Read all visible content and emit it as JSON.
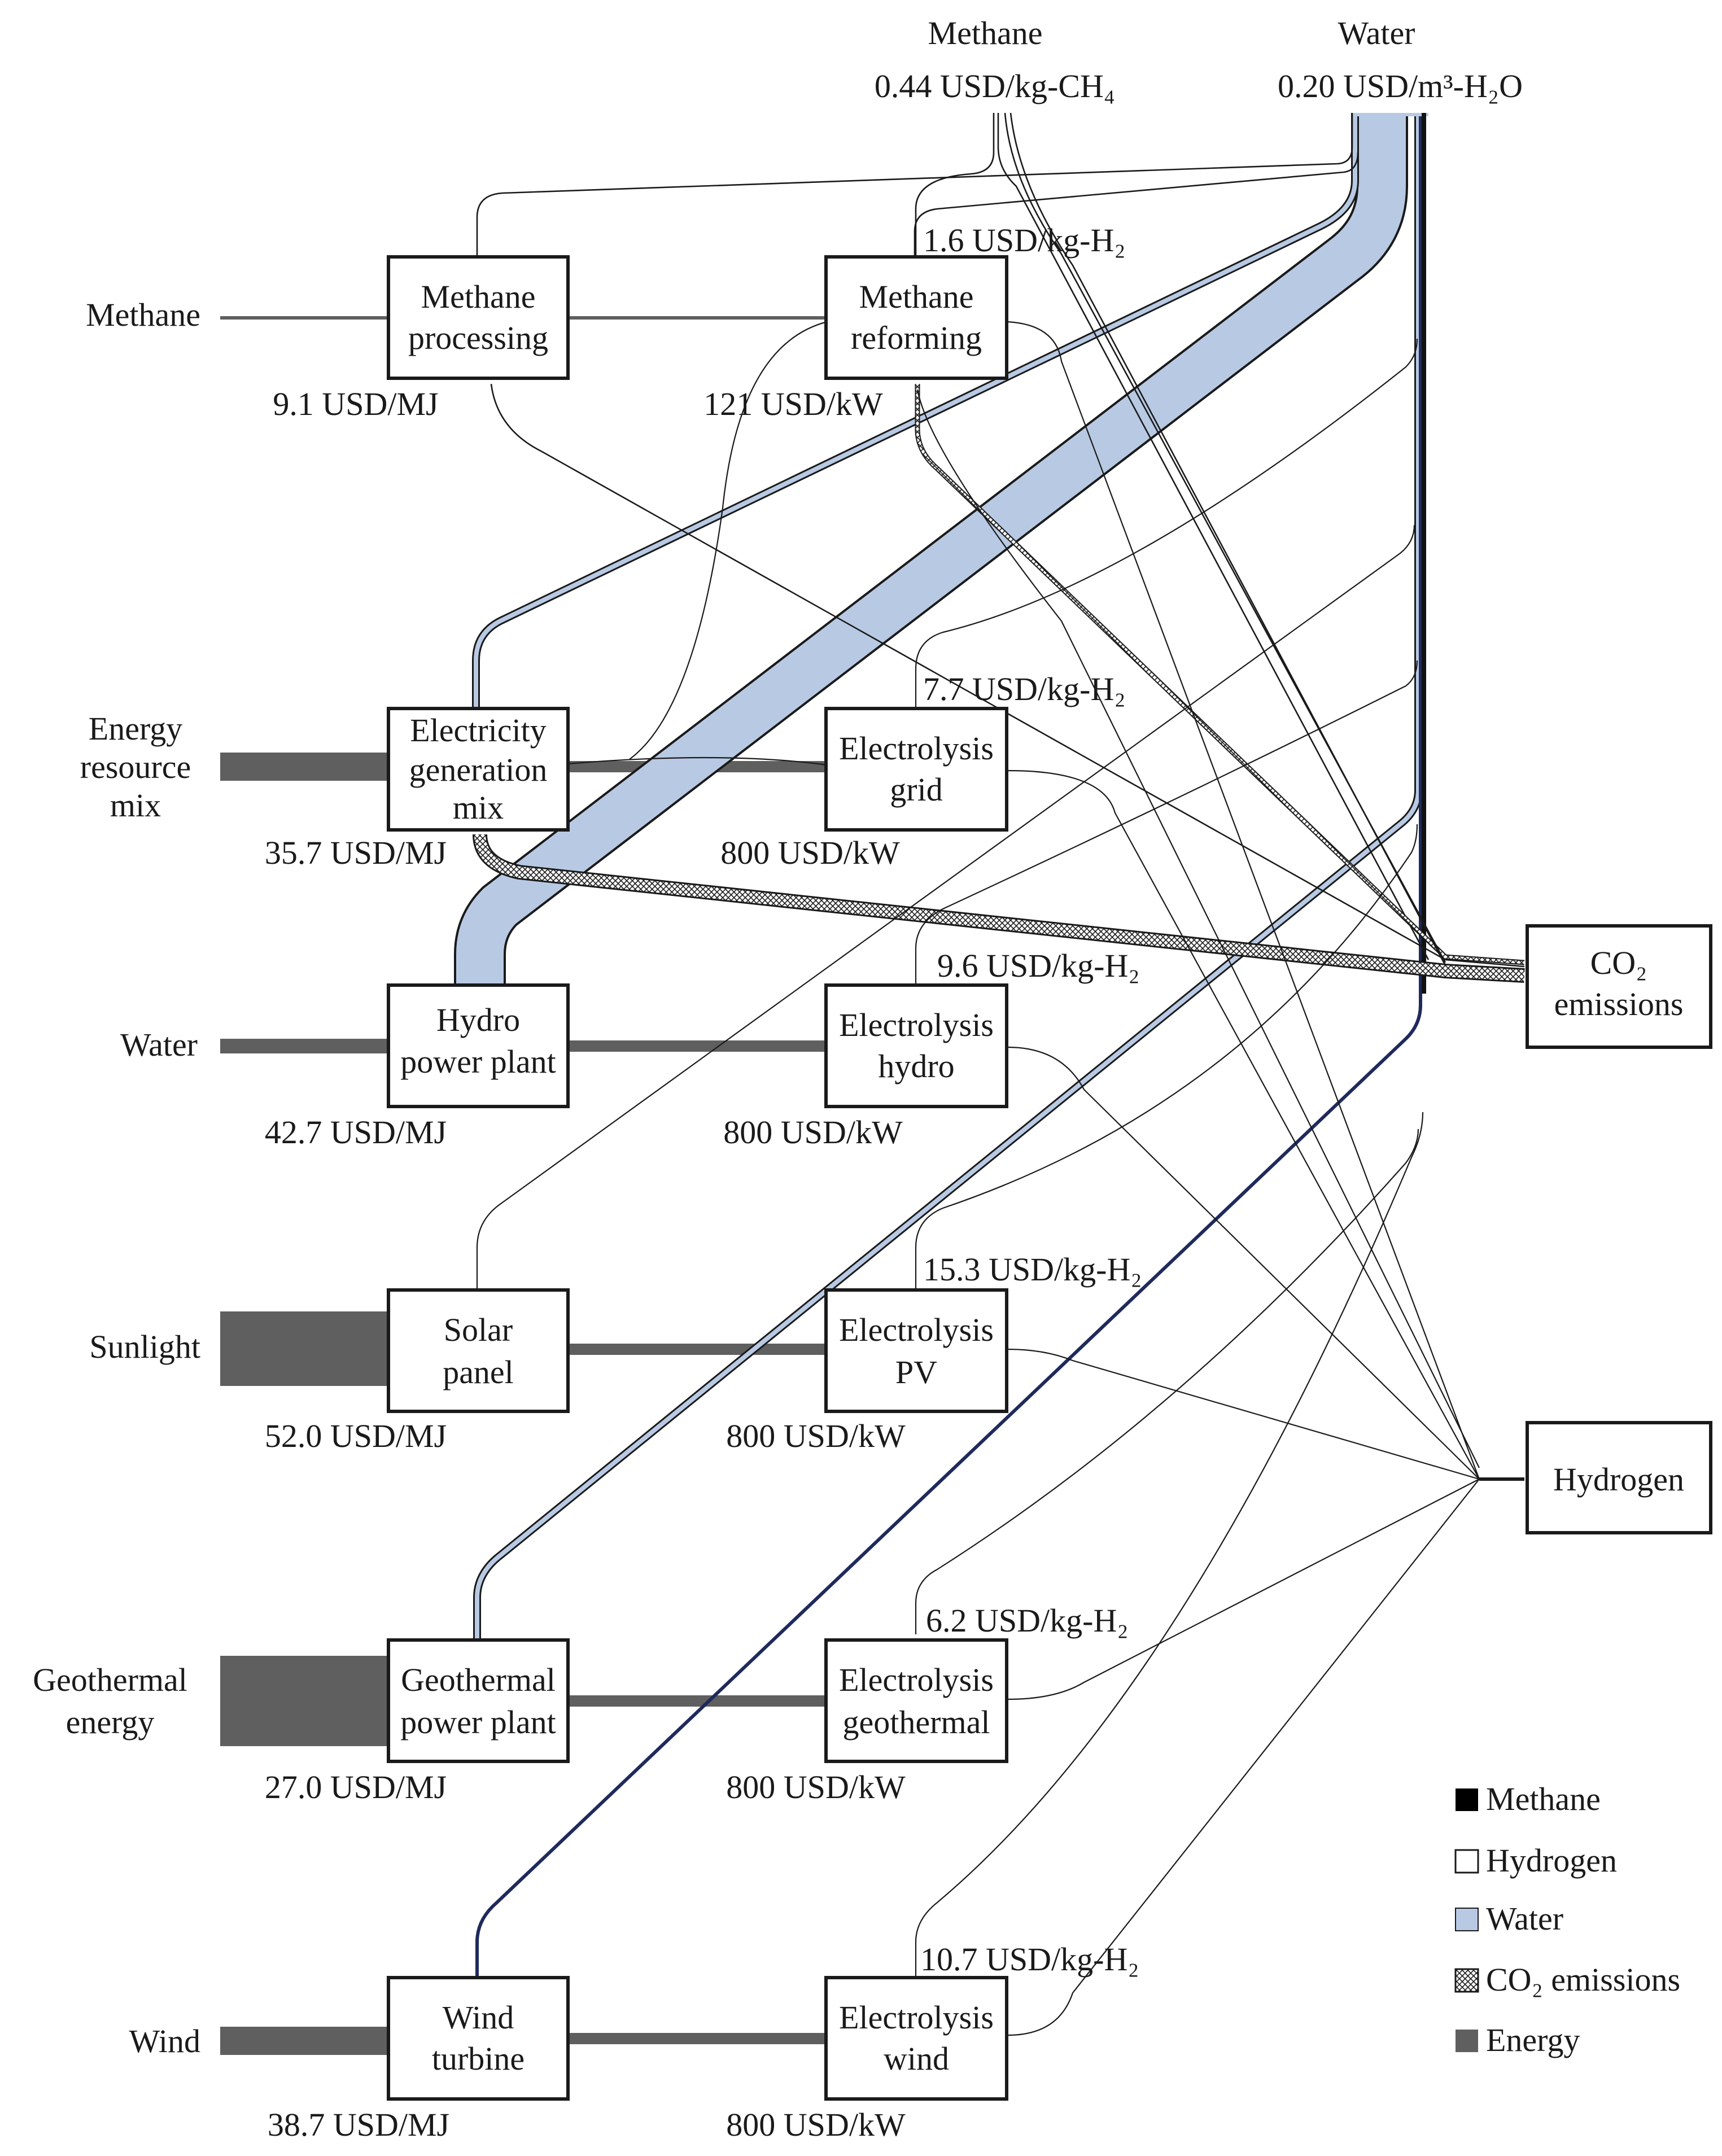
{
  "sources": {
    "methane": "Methane",
    "energy_mix": [
      "Energy",
      "resource",
      "mix"
    ],
    "water": "Water",
    "sunlight": "Sunlight",
    "geothermal": [
      "Geothermal",
      "energy"
    ],
    "wind": "Wind"
  },
  "top_inputs": {
    "methane_title": "Methane",
    "methane_price": "0.44 USD/kg-CH₄",
    "water_title": "Water",
    "water_price": "0.20 USD/m³-H₂O"
  },
  "generators": {
    "methane_processing": {
      "lines": [
        "Methane",
        "processing"
      ],
      "cost": "9.1 USD/MJ"
    },
    "electricity_mix": {
      "lines": [
        "Electricity",
        "generation",
        "mix"
      ],
      "cost": "35.7 USD/MJ"
    },
    "hydro_plant": {
      "lines": [
        "Hydro",
        "power plant"
      ],
      "cost": "42.7 USD/MJ"
    },
    "solar_panel": {
      "lines": [
        "Solar",
        "panel"
      ],
      "cost": "52.0 USD/MJ"
    },
    "geothermal_plant": {
      "lines": [
        "Geothermal",
        "power plant"
      ],
      "cost": "27.0 USD/MJ"
    },
    "wind_turbine": {
      "lines": [
        "Wind",
        "turbine"
      ],
      "cost": "38.7 USD/MJ"
    }
  },
  "processes": {
    "methane_reforming": {
      "lines": [
        "Methane",
        "reforming"
      ],
      "capex": "121 USD/kW",
      "h2_cost": "1.6 USD/kg-H₂"
    },
    "electrolysis_grid": {
      "lines": [
        "Electrolysis",
        "grid"
      ],
      "capex": "800 USD/kW",
      "h2_cost": "7.7 USD/kg-H₂"
    },
    "electrolysis_hydro": {
      "lines": [
        "Electrolysis",
        "hydro"
      ],
      "capex": "800 USD/kW",
      "h2_cost": "9.6 USD/kg-H₂"
    },
    "electrolysis_pv": {
      "lines": [
        "Electrolysis",
        "PV"
      ],
      "capex": "800 USD/kW",
      "h2_cost": "15.3 USD/kg-H₂"
    },
    "electrolysis_geothermal": {
      "lines": [
        "Electrolysis",
        "geothermal"
      ],
      "capex": "800 USD/kW",
      "h2_cost": "6.2 USD/kg-H₂"
    },
    "electrolysis_wind": {
      "lines": [
        "Electrolysis",
        "wind"
      ],
      "capex": "800 USD/kW",
      "h2_cost": "10.7 USD/kg-H₂"
    }
  },
  "sinks": {
    "co2": [
      "CO₂",
      "emissions"
    ],
    "hydrogen": "Hydrogen"
  },
  "legend": {
    "methane": "Methane",
    "hydrogen": "Hydrogen",
    "water": "Water",
    "co2": "CO₂ emissions",
    "energy": "Energy"
  },
  "colors": {
    "methane": "#000000",
    "hydrogen": "#ffffff",
    "water": "#b8c9e3",
    "energy": "#5f5f5f",
    "wind_water_line": "#1f2a5c"
  }
}
